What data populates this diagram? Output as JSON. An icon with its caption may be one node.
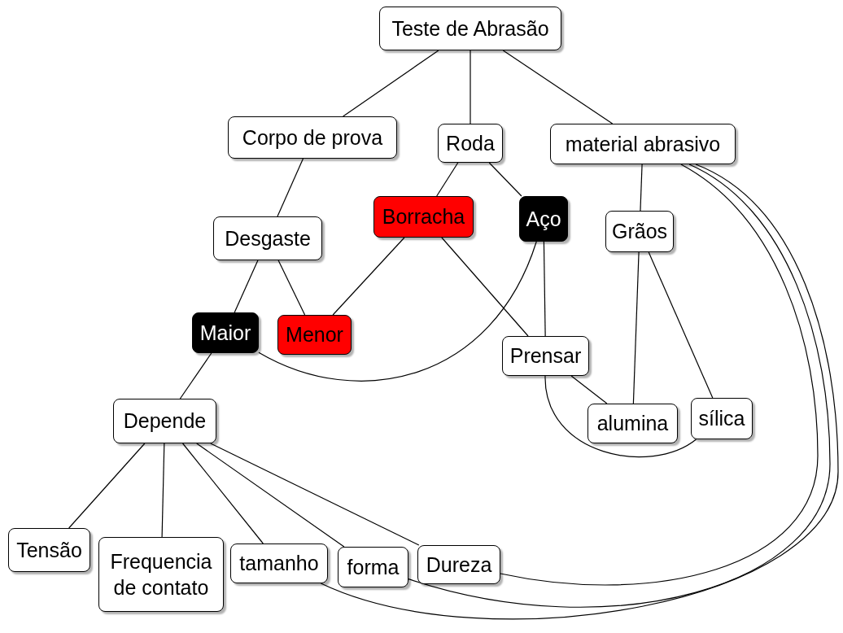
{
  "diagram": {
    "nodes": [
      {
        "text": [
          "Teste de Abrasão"
        ]
      },
      {
        "text": [
          "Corpo de prova"
        ]
      },
      {
        "text": [
          "Roda"
        ]
      },
      {
        "text": [
          "material abrasivo"
        ]
      },
      {
        "text": [
          "Desgaste"
        ]
      },
      {
        "text": [
          "Borracha"
        ]
      },
      {
        "text": [
          "Aço"
        ]
      },
      {
        "text": [
          "Grãos"
        ]
      },
      {
        "text": [
          "Maior"
        ]
      },
      {
        "text": [
          "Menor"
        ]
      },
      {
        "text": [
          "Prensar"
        ]
      },
      {
        "text": [
          "Depende"
        ]
      },
      {
        "text": [
          "alumina"
        ]
      },
      {
        "text": [
          "sílica"
        ]
      },
      {
        "text": [
          "Tensão"
        ]
      },
      {
        "text": [
          "Frequencia de contato"
        ]
      },
      {
        "text": [
          "tamanho"
        ]
      },
      {
        "text": [
          "forma"
        ]
      },
      {
        "text": [
          "Dureza"
        ]
      }
    ],
    "edges": [
      {
        "from": 0,
        "to": 1,
        "arrow": "none"
      },
      {
        "from": 0,
        "to": 2,
        "arrow": "none"
      },
      {
        "from": 0,
        "to": 3,
        "arrow": "none"
      },
      {
        "from": 1,
        "to": 4,
        "arrow": "none"
      },
      {
        "from": 2,
        "to": 5,
        "arrow": "none"
      },
      {
        "from": 2,
        "to": 6,
        "arrow": "none"
      },
      {
        "from": 3,
        "to": 7,
        "arrow": "none"
      },
      {
        "from": 4,
        "to": 8,
        "arrow": "none"
      },
      {
        "from": 4,
        "to": 9,
        "arrow": "none"
      },
      {
        "from": 5,
        "to": 9,
        "arrow": "none"
      },
      {
        "from": 5,
        "to": 10,
        "arrow": "none"
      },
      {
        "from": 6,
        "to": 10,
        "arrow": "none"
      },
      {
        "from": 6,
        "to": 8,
        "arrow": "none"
      },
      {
        "from": 7,
        "to": 12,
        "arrow": "none"
      },
      {
        "from": 7,
        "to": 13,
        "arrow": "none"
      },
      {
        "from": 10,
        "to": 12,
        "arrow": "none"
      },
      {
        "from": 10,
        "to": 13,
        "arrow": "none"
      },
      {
        "from": 8,
        "to": 11,
        "arrow": "none"
      },
      {
        "from": 11,
        "to": 14,
        "arrow": "none"
      },
      {
        "from": 11,
        "to": 15,
        "arrow": "none"
      },
      {
        "from": 11,
        "to": 16,
        "arrow": "none"
      },
      {
        "from": 11,
        "to": 17,
        "arrow": "none"
      },
      {
        "from": 11,
        "to": 18,
        "arrow": "none"
      },
      {
        "from": 3,
        "to": 18,
        "arrow": "none"
      },
      {
        "from": 3,
        "to": 17,
        "arrow": "none"
      },
      {
        "from": 3,
        "to": 16,
        "arrow": "none"
      }
    ]
  }
}
